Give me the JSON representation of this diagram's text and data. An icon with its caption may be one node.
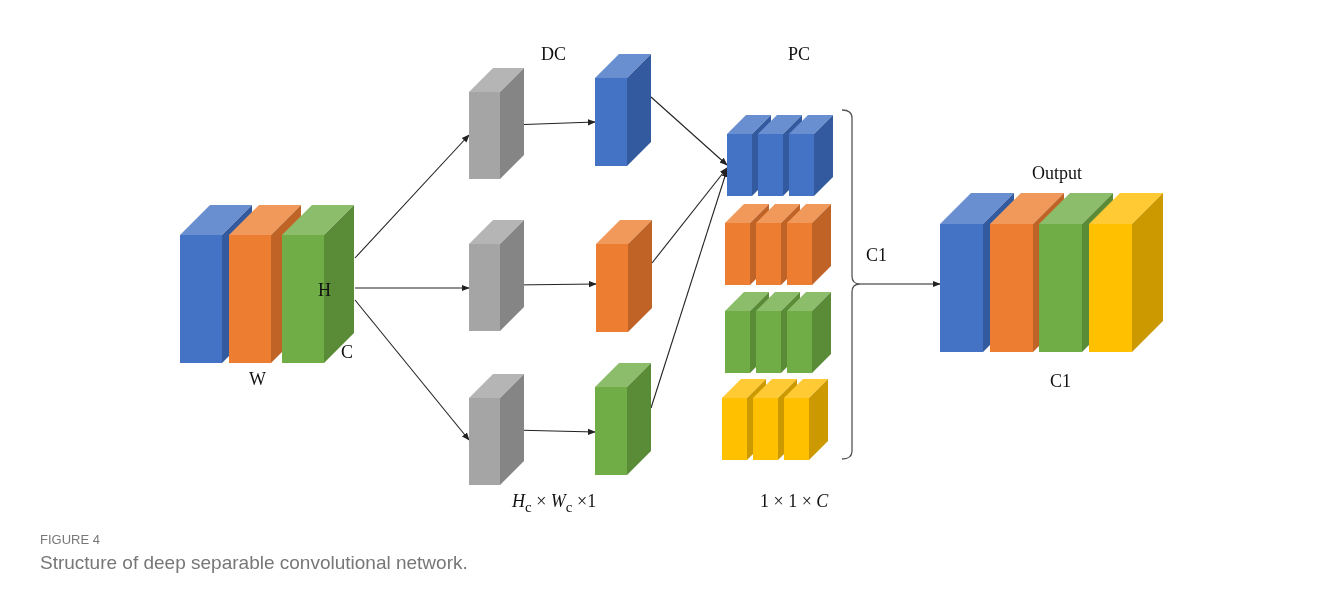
{
  "diagram": {
    "title": "FIGURE 4",
    "caption": "Structure of deep separable convolutional network.",
    "nodes": [
      {
        "text": [
          "H",
          "C"
        ],
        "beside": [
          "W"
        ]
      },
      {
        "text": [],
        "shape": "box"
      },
      {
        "text": [],
        "shape": "box"
      },
      {
        "text": [],
        "shape": "box"
      },
      {
        "text": [],
        "shape": "box"
      },
      {
        "text": [],
        "shape": "box"
      },
      {
        "text": [],
        "shape": "box"
      },
      {
        "text": [],
        "shape": "box"
      },
      {
        "text": [],
        "shape": "box"
      },
      {
        "text": [],
        "shape": "box"
      },
      {
        "text": [],
        "shape": "box"
      },
      {
        "text": [
          "C1"
        ]
      },
      {
        "text": [
          "Output"
        ],
        "beside": [
          "C1"
        ]
      }
    ],
    "edges": [
      {
        "from": 0,
        "to": 1,
        "arrow": "to"
      },
      {
        "from": 0,
        "to": 2,
        "arrow": "to"
      },
      {
        "from": 0,
        "to": 3,
        "arrow": "to"
      },
      {
        "from": 1,
        "to": 4,
        "arrow": "to"
      },
      {
        "from": 2,
        "to": 5,
        "arrow": "to"
      },
      {
        "from": 3,
        "to": 6,
        "arrow": "to"
      },
      {
        "from": 4,
        "to": 7,
        "arrow": "to"
      },
      {
        "from": 5,
        "to": 7,
        "arrow": "to"
      },
      {
        "from": 6,
        "to": 7,
        "arrow": "to"
      },
      {
        "from": 11,
        "to": 12,
        "arrow": "to"
      }
    ],
    "labels": [
      "DC",
      "PC",
      "*H*$_{c}$ × *W*$_{c}$ ×1",
      "1 × 1 × *C*"
    ]
  }
}
